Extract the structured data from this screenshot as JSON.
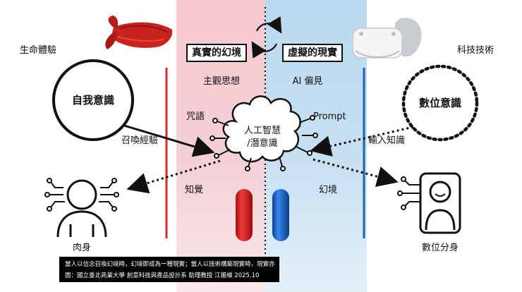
{
  "labels": {
    "left_heading": "生命體驗",
    "right_heading": "科技技術",
    "band_left_title": "真實的幻境",
    "band_right_title": "虛擬的現實",
    "band_left_sub": "主觀思想",
    "band_right_sub": "AI 偏見",
    "self_consciousness": "自我意識",
    "digital_consciousness": "數位意識",
    "incantation": "咒語",
    "prompt": "Prompt",
    "summon_experience": "召喚經驗",
    "input_knowledge": "輸入知識",
    "center_line1": "人工智慧",
    "center_line2": "/潛意識",
    "perception": "知覺",
    "illusion": "幻境",
    "body": "肉身",
    "digital_avatar": "數位分身"
  },
  "caption": {
    "line1": "當人以信念召喚幻境時，幻境即成為一種現實；當人以技術構築現實時，現實亦成為一種幻境。",
    "line2": "圖：國立臺北商業大學 創意科技與產品設計系 助理教授 江振維 2025.10"
  },
  "colors": {
    "red_line": "#d62b2b",
    "blue_line": "#1f63a8",
    "red_pill": "#d91f1f",
    "blue_pill": "#1660c9",
    "headband": "#c8231e"
  }
}
